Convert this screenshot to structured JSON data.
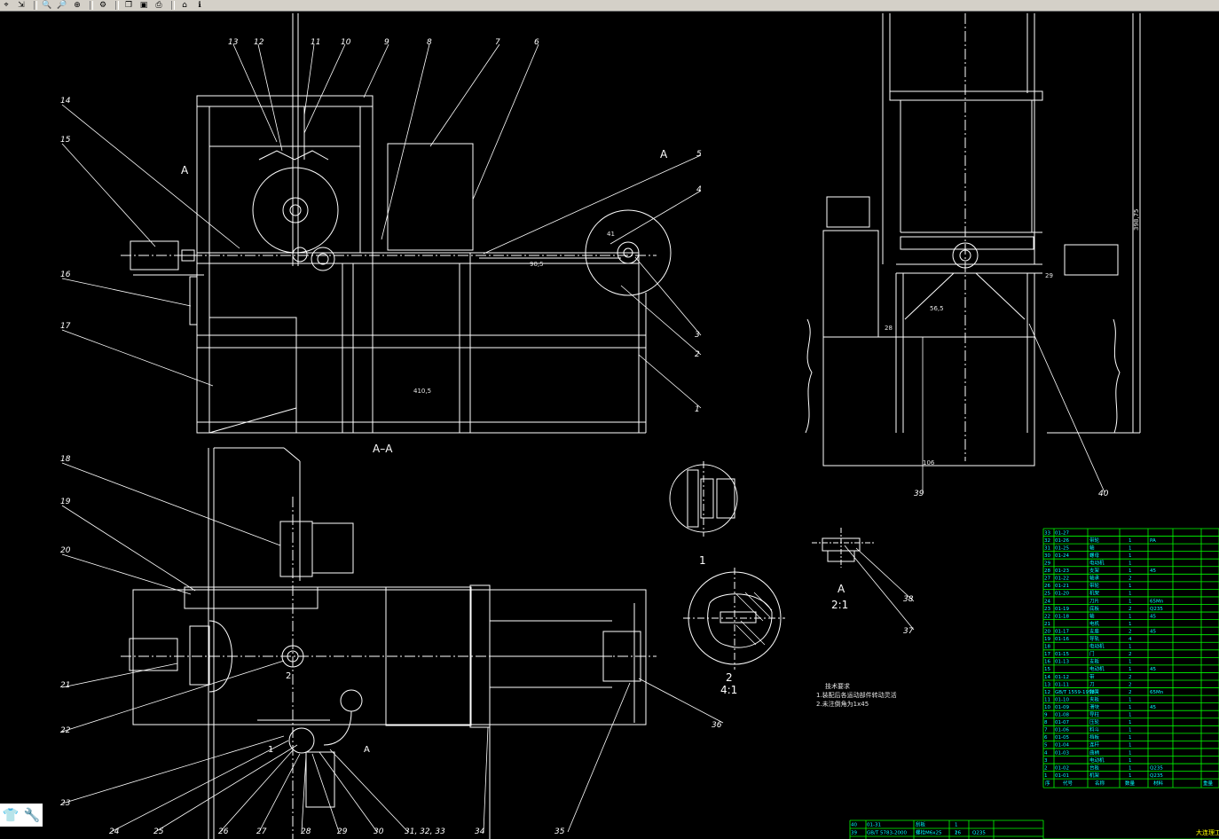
{
  "toolbar": {
    "icons": [
      "select-arrow-icon",
      "pan-icon",
      "zoom-in-icon",
      "zoom-out-icon",
      "zoom-window-icon",
      "settings-icon",
      "copy-icon",
      "save-icon",
      "print-icon",
      "home-icon",
      "help-icon"
    ],
    "glyphs": [
      "⌖",
      "⇲",
      "🔍",
      "🔎",
      "⊕",
      "⚙",
      "❐",
      "▣",
      "⎙",
      "⌂",
      "ℹ"
    ]
  },
  "colors": {
    "lines": "#ffffff",
    "dim": "#e6e6e6",
    "table": "#00ff00",
    "table_text": "#00ffff",
    "bg": "#000000",
    "title_text": "#ffff00"
  },
  "views": {
    "section_label": "A–A",
    "view_a_arrow": "A",
    "detail_1": "1",
    "detail_2": "2",
    "scale_2": "4:1",
    "view_a": "A",
    "scale_a": "2:1",
    "dim_410": "410,5",
    "dim_905": "90,5",
    "dim_41": "41",
    "dim_565": "56,5",
    "dim_28": "28",
    "dim_29": "29",
    "dim_106": "106",
    "dim_vertical": "398,75",
    "tech_note_1": "技术要求",
    "tech_note_2": "1.装配后各运动部件转动灵活",
    "tech_note_3": "2.未注倒角为1x45"
  },
  "callouts": [
    "1",
    "2",
    "3",
    "4",
    "5",
    "6",
    "7",
    "8",
    "9",
    "10",
    "11",
    "12",
    "13",
    "14",
    "15",
    "16",
    "17",
    "18",
    "19",
    "20",
    "21",
    "22",
    "23",
    "24",
    "25",
    "26",
    "27",
    "28",
    "29",
    "30",
    "31, 32, 33",
    "34",
    "35",
    "36",
    "37",
    "38",
    "39",
    "40"
  ],
  "bom": {
    "rows": [
      {
        "no": "33",
        "code": "01-27",
        "name": "",
        "qty": "",
        "mat": ""
      },
      {
        "no": "32",
        "code": "01-26",
        "name": "带轮",
        "qty": "1",
        "mat": "PA"
      },
      {
        "no": "31",
        "code": "01-25",
        "name": "轴",
        "qty": "1",
        "mat": ""
      },
      {
        "no": "30",
        "code": "01-24",
        "name": "螺母",
        "qty": "1",
        "mat": ""
      },
      {
        "no": "29",
        "code": "",
        "name": "电动机",
        "qty": "1",
        "mat": ""
      },
      {
        "no": "28",
        "code": "01-23",
        "name": "支架",
        "qty": "1",
        "mat": "45"
      },
      {
        "no": "27",
        "code": "01-22",
        "name": "轴承",
        "qty": "2",
        "mat": ""
      },
      {
        "no": "26",
        "code": "01-21",
        "name": "带轮",
        "qty": "1",
        "mat": ""
      },
      {
        "no": "25",
        "code": "01-20",
        "name": "机架",
        "qty": "1",
        "mat": ""
      },
      {
        "no": "24",
        "code": "",
        "name": "刀片",
        "qty": "1",
        "mat": "65Mn"
      },
      {
        "no": "23",
        "code": "01-19",
        "name": "底板",
        "qty": "2",
        "mat": "Q235"
      },
      {
        "no": "22",
        "code": "01-18",
        "name": "轴",
        "qty": "1",
        "mat": "45"
      },
      {
        "no": "21",
        "code": "",
        "name": "电机",
        "qty": "1",
        "mat": ""
      },
      {
        "no": "20",
        "code": "01-17",
        "name": "支座",
        "qty": "2",
        "mat": "45"
      },
      {
        "no": "19",
        "code": "01-16",
        "name": "导轨",
        "qty": "4",
        "mat": ""
      },
      {
        "no": "18",
        "code": "",
        "name": "电动机",
        "qty": "1",
        "mat": ""
      },
      {
        "no": "17",
        "code": "01-15",
        "name": "门",
        "qty": "2",
        "mat": ""
      },
      {
        "no": "16",
        "code": "01-13",
        "name": "支板",
        "qty": "1",
        "mat": ""
      },
      {
        "no": "15",
        "code": "",
        "name": "电动机",
        "qty": "1",
        "mat": "45"
      },
      {
        "no": "14",
        "code": "01-12",
        "name": "带",
        "qty": "2",
        "mat": ""
      },
      {
        "no": "13",
        "code": "01-11",
        "name": "刀",
        "qty": "2",
        "mat": ""
      },
      {
        "no": "12",
        "code": "GB/T 1559-1993",
        "name": "弹簧",
        "qty": "2",
        "mat": "65Mn"
      },
      {
        "no": "11",
        "code": "01-10",
        "name": "夹板",
        "qty": "1",
        "mat": ""
      },
      {
        "no": "10",
        "code": "01-09",
        "name": "滑块",
        "qty": "1",
        "mat": "45"
      },
      {
        "no": "9",
        "code": "01-08",
        "name": "导柱",
        "qty": "1",
        "mat": ""
      },
      {
        "no": "8",
        "code": "01-07",
        "name": "压轮",
        "qty": "1",
        "mat": ""
      },
      {
        "no": "7",
        "code": "01-06",
        "name": "料斗",
        "qty": "1",
        "mat": ""
      },
      {
        "no": "6",
        "code": "01-05",
        "name": "挡板",
        "qty": "1",
        "mat": ""
      },
      {
        "no": "5",
        "code": "01-04",
        "name": "连杆",
        "qty": "1",
        "mat": ""
      },
      {
        "no": "4",
        "code": "01-03",
        "name": "曲柄",
        "qty": "1",
        "mat": ""
      },
      {
        "no": "3",
        "code": "",
        "name": "电动机",
        "qty": "1",
        "mat": ""
      },
      {
        "no": "2",
        "code": "01-02",
        "name": "台板",
        "qty": "1",
        "mat": "Q235"
      },
      {
        "no": "1",
        "code": "01-01",
        "name": "机架",
        "qty": "1",
        "mat": "Q235"
      }
    ],
    "header": {
      "no": "序",
      "code": "代号",
      "name": "名称",
      "qty": "数量",
      "mat": "材料",
      "weight": "重量"
    },
    "lower_rows": [
      {
        "no": "40",
        "code": "01-31",
        "name": "刮板",
        "qty": "1"
      },
      {
        "no": "39",
        "code": "GB/T 5783-2000",
        "name": "螺栓M6x25",
        "qty": "1"
      },
      {
        "no": "26",
        "code": "",
        "name": "",
        "qty": "26",
        "mat": "Q235"
      }
    ],
    "school": "大连理工"
  },
  "status": {
    "corner_icons": [
      "shirt-icon",
      "wrench-icon"
    ],
    "corner_glyphs": [
      "👕",
      "🔧"
    ]
  }
}
